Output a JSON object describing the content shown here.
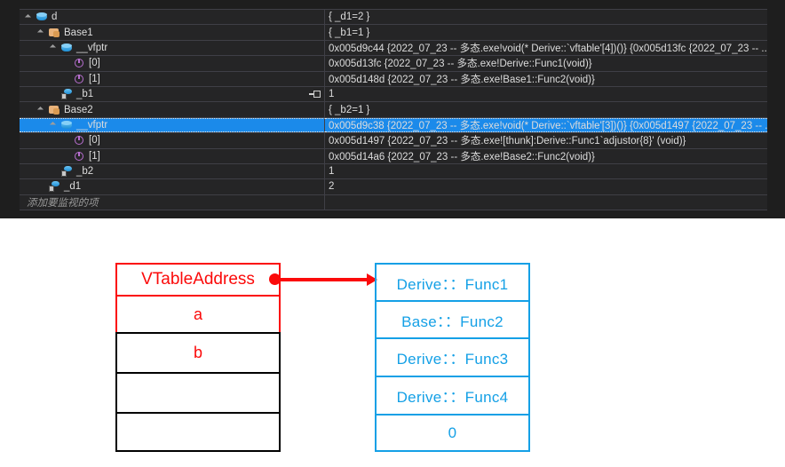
{
  "watch_panel": {
    "columns": [
      "",
      ""
    ],
    "rows": [
      {
        "indent": 0,
        "expander": "open",
        "icon": "object-icon",
        "name": "d",
        "value": "{ _d1=2 }",
        "selected": false,
        "pinned": false
      },
      {
        "indent": 1,
        "expander": "open",
        "icon": "base-class-icon",
        "name": "Base1",
        "value": "{ _b1=1 }",
        "selected": false,
        "pinned": false
      },
      {
        "indent": 2,
        "expander": "open",
        "icon": "object-icon",
        "name": "__vfptr",
        "value": "0x005d9c44 {2022_07_23 -- 多态.exe!void(* Derive::`vftable'[4])()} {0x005d13fc {2022_07_23 -- ...",
        "selected": false,
        "pinned": false
      },
      {
        "indent": 3,
        "expander": "none",
        "icon": "method-icon",
        "name": "[0]",
        "value": "0x005d13fc {2022_07_23 -- 多态.exe!Derive::Func1(void)}",
        "selected": false,
        "pinned": false
      },
      {
        "indent": 3,
        "expander": "none",
        "icon": "method-icon",
        "name": "[1]",
        "value": "0x005d148d {2022_07_23 -- 多态.exe!Base1::Func2(void)}",
        "selected": false,
        "pinned": false
      },
      {
        "indent": 2,
        "expander": "none",
        "icon": "field-icon",
        "name": "_b1",
        "value": "1",
        "selected": false,
        "pinned": true
      },
      {
        "indent": 1,
        "expander": "open",
        "icon": "base-class-icon",
        "name": "Base2",
        "value": "{ _b2=1 }",
        "selected": false,
        "pinned": false
      },
      {
        "indent": 2,
        "expander": "open",
        "icon": "object-icon",
        "name": "__vfptr",
        "value": "0x005d9c38 {2022_07_23 -- 多态.exe!void(* Derive::`vftable'[3])()} {0x005d1497 {2022_07_23 -- ..",
        "selected": true,
        "pinned": false
      },
      {
        "indent": 3,
        "expander": "none",
        "icon": "method-icon",
        "name": "[0]",
        "value": "0x005d1497 {2022_07_23 -- 多态.exe![thunk]:Derive::Func1`adjustor{8}' (void)}",
        "selected": false,
        "pinned": false
      },
      {
        "indent": 3,
        "expander": "none",
        "icon": "method-icon",
        "name": "[1]",
        "value": "0x005d14a6 {2022_07_23 -- 多态.exe!Base2::Func2(void)}",
        "selected": false,
        "pinned": false
      },
      {
        "indent": 2,
        "expander": "none",
        "icon": "field-icon",
        "name": "_b2",
        "value": "1",
        "selected": false,
        "pinned": false
      },
      {
        "indent": 1,
        "expander": "none",
        "icon": "field-icon",
        "name": "_d1",
        "value": "2",
        "selected": false,
        "pinned": false
      }
    ],
    "add_watch_placeholder": "添加要监视的项"
  },
  "diagram": {
    "object_layout": {
      "accent_color": "#fb0a0a",
      "outline_color": "#000000",
      "cells": [
        {
          "label": "VTableAddress",
          "style": "red"
        },
        {
          "label": "a",
          "style": "red"
        },
        {
          "label": "b",
          "style": "black-border-red-text"
        },
        {
          "label": "",
          "style": "black"
        },
        {
          "label": "",
          "style": "black"
        }
      ]
    },
    "vtable": {
      "accent_color": "#14a0e6",
      "cells": [
        {
          "label": "Derive：：Func1"
        },
        {
          "label": "Base：：Func2"
        },
        {
          "label": "Derive：：Func3"
        },
        {
          "label": "Derive：：Func4"
        },
        {
          "label": "0"
        }
      ]
    },
    "connector": {
      "color": "#fb0a0a",
      "kind": "pointer-arrow"
    }
  }
}
